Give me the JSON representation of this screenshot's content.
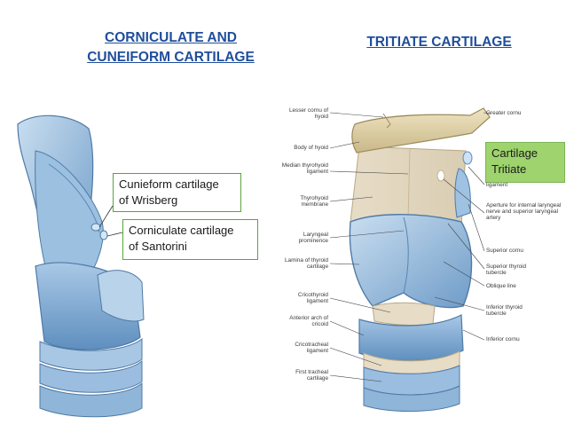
{
  "titles": {
    "left": "CORNICULATE AND CUNEIFORM CARTILAGE",
    "right": "TRITIATE CARTILAGE"
  },
  "callouts": {
    "cuneiform": {
      "line1": "Cunieform cartilage",
      "line2": "of Wrisberg"
    },
    "corniculate": {
      "line1": "Corniculate cartilage",
      "line2": "of Santorini"
    },
    "triticea": {
      "line1": "Cartilage",
      "line2": "Tritiate"
    }
  },
  "labels_left": [
    "Lesser cornu of hyoid",
    "Body of hyoid",
    "Median thyrohyoid ligament",
    "Thyrohyoid membrane",
    "Laryngeal prominence",
    "Lamina of thyroid cartilage",
    "Cricothyroid ligament",
    "Anterior arch of cricoid",
    "Cricotracheal ligament",
    "First tracheal cartilage"
  ],
  "labels_right": [
    "Greater cornu",
    "ligament",
    "Aperture for internal laryngeal nerve and superior laryngeal artery",
    "Superior cornu",
    "Superior thyroid tubercle",
    "Oblique line",
    "Inferior thyroid tubercle",
    "Inferior cornu"
  ],
  "colors": {
    "title": "#1f4e9a",
    "callout_border": "#5aa53a",
    "triticea_fill": "#9ed36e",
    "cartilage_blue": "#8fb6d9",
    "bone": "#d8c9a0",
    "membrane": "#e9dfca"
  }
}
